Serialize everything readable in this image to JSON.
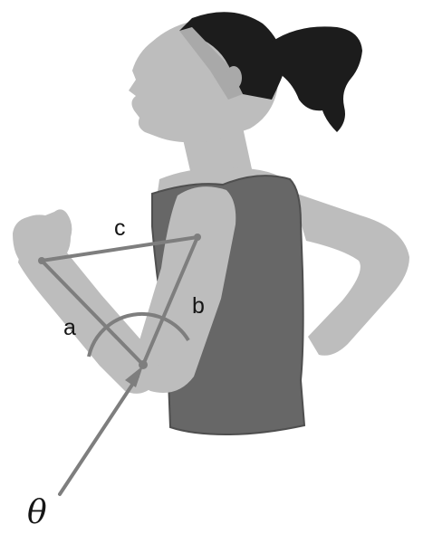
{
  "labels": {
    "side_a": "a",
    "side_b": "b",
    "side_c": "c",
    "angle": "θ"
  },
  "colors": {
    "background": "#ffffff",
    "skin": "#bdbdbd",
    "skin_shadow": "#a9a9a9",
    "shirt": "#676767",
    "shirt_dark": "#4f4f4f",
    "hair": "#1c1c1c",
    "measure_lines": "#7e7e7e",
    "label_text": "#151515"
  }
}
